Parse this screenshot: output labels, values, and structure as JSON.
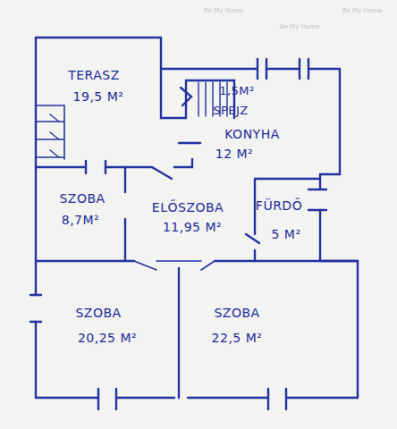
{
  "diagram": {
    "nodes": [
      {
        "text": [
          "TERASZ",
          "19,5 M²"
        ]
      },
      {
        "text": [
          "1,5M²",
          "SPEJZ"
        ]
      },
      {
        "text": [
          "KONYHA",
          "12 M²"
        ]
      },
      {
        "text": [
          "SZOBA",
          "8,7M²"
        ]
      },
      {
        "text": [
          "ELŐSZOBA",
          "11,95 M²"
        ]
      },
      {
        "text": [
          "FÜRDŐ",
          "5 M²"
        ]
      },
      {
        "text": [
          "SZOBA",
          "20,25 M²"
        ]
      },
      {
        "text": [
          "SZOBA",
          "22,5 M²"
        ]
      }
    ],
    "labels": [
      "Be My Home",
      "Be My Home",
      "Be My Home"
    ]
  }
}
